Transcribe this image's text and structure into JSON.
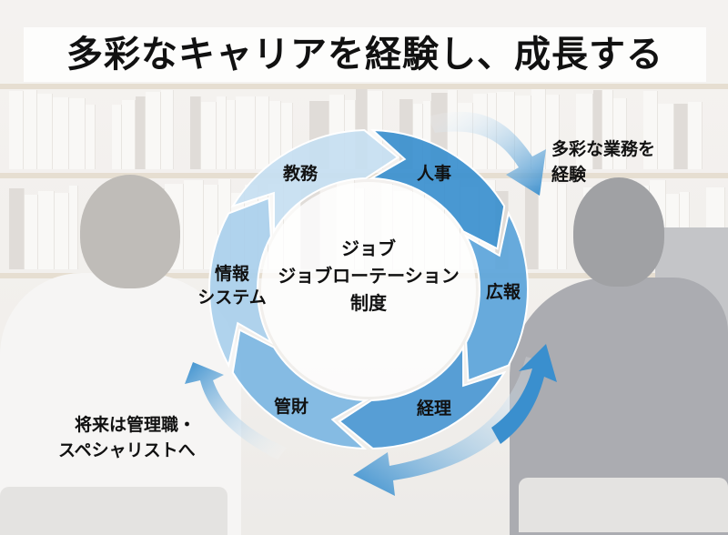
{
  "title": "多彩なキャリアを経験し、成長する",
  "cycle": {
    "center": [
      "ジョブ",
      "ジョブローテーション",
      "制度"
    ],
    "segments": [
      {
        "id": "jinji",
        "label": "人事",
        "color": "#3a8fce"
      },
      {
        "id": "kouhou",
        "label": "広報",
        "color": "#5ba4da"
      },
      {
        "id": "keiri",
        "label": "経理",
        "color": "#4a97d3"
      },
      {
        "id": "kanzai",
        "label": "管財",
        "color": "#7cb6e2"
      },
      {
        "id": "jouhou",
        "label": [
          "情報",
          "システム"
        ],
        "color": "#a9cfec"
      },
      {
        "id": "kyoumu",
        "label": "教務",
        "color": "#c6def1"
      }
    ]
  },
  "notes": {
    "right": [
      "多彩な業務を",
      "経験"
    ],
    "left": [
      "将来は管理職・",
      "スペシャリストへ"
    ]
  },
  "arrow_color": "#3a8fce"
}
